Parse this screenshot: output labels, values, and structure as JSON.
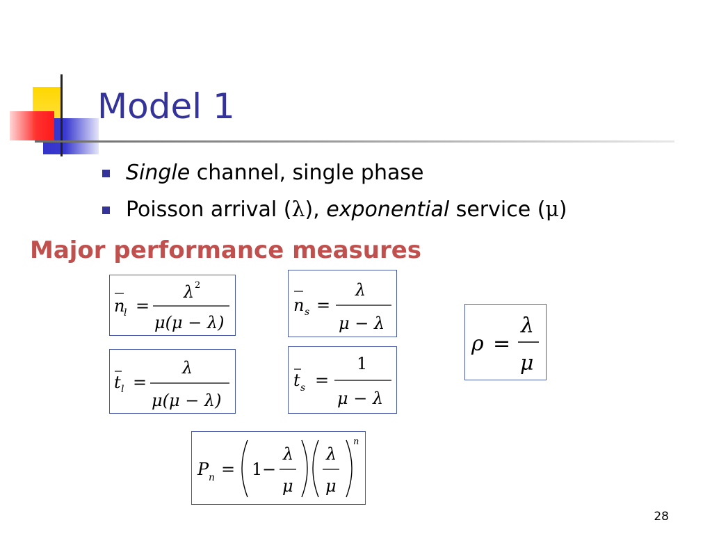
{
  "slide": {
    "title": "Model 1",
    "bullets": [
      {
        "italic": "Single",
        "rest": " channel, single phase"
      },
      {
        "pre": "Poisson arrival (",
        "lambda": "λ",
        "mid": "), ",
        "italic": "exponential",
        "post": " service (",
        "mu": "μ",
        "end": ")"
      }
    ],
    "heading": "Major performance measures",
    "page_number": "28"
  },
  "formulas": {
    "nl": {
      "lhs": "n",
      "sub": "l",
      "eq": "=",
      "num": "λ",
      "num_sup": "2",
      "den": "μ(μ − λ)"
    },
    "ns": {
      "lhs": "n",
      "sub": "s",
      "eq": "=",
      "num": "λ",
      "den": "μ − λ"
    },
    "tl": {
      "lhs": "t",
      "sub": "l",
      "eq": "=",
      "num": "λ",
      "den": "μ(μ − λ)"
    },
    "ts": {
      "lhs": "t",
      "sub": "s",
      "eq": "=",
      "num": "1",
      "den": "μ − λ"
    },
    "rho": {
      "lhs": "ρ",
      "eq": "=",
      "num": "λ",
      "den": "μ"
    },
    "pn": {
      "lhs": "P",
      "sub": "n",
      "eq": "=",
      "one": "1",
      "minus": "−",
      "num": "λ",
      "den": "μ",
      "sup": "n"
    }
  },
  "colors": {
    "title": "#333399",
    "bullet": "#333399",
    "heading": "#c0504d",
    "box_border": "#4a5aa8",
    "deco_yellow": "#ffd700",
    "deco_blue": "#3333cc",
    "deco_red": "#ff2020"
  }
}
